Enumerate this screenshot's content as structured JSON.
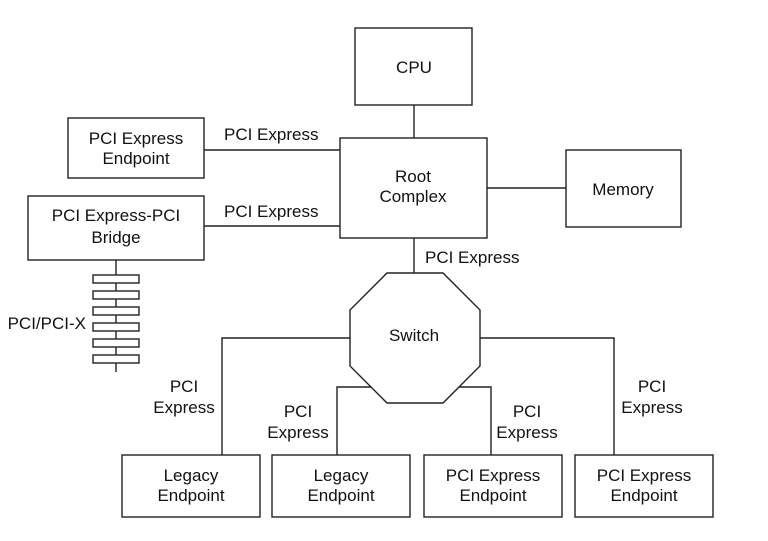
{
  "nodes": {
    "cpu": {
      "line1": "CPU"
    },
    "root_complex": {
      "line1": "Root",
      "line2": "Complex"
    },
    "memory": {
      "line1": "Memory"
    },
    "pcie_endpoint_top": {
      "line1": "PCI Express",
      "line2": "Endpoint"
    },
    "pcie_pci_bridge": {
      "line1": "PCI Express-PCI",
      "line2": "Bridge"
    },
    "switch": {
      "line1": "Switch"
    },
    "legacy_endpoint_1": {
      "line1": "Legacy",
      "line2": "Endpoint"
    },
    "legacy_endpoint_2": {
      "line1": "Legacy",
      "line2": "Endpoint"
    },
    "pcie_endpoint_3": {
      "line1": "PCI Express",
      "line2": "Endpoint"
    },
    "pcie_endpoint_4": {
      "line1": "PCI Express",
      "line2": "Endpoint"
    }
  },
  "links": {
    "endpoint_to_root": "PCI Express",
    "bridge_to_root": "PCI Express",
    "root_to_switch": "PCI Express",
    "switch_to_1": {
      "line1": "PCI",
      "line2": "Express"
    },
    "switch_to_2": {
      "line1": "PCI",
      "line2": "Express"
    },
    "switch_to_3": {
      "line1": "PCI",
      "line2": "Express"
    },
    "switch_to_4": {
      "line1": "PCI",
      "line2": "Express"
    },
    "pci_bus": "PCI/PCI-X"
  },
  "colors": {
    "stroke": "#222222",
    "background": "#ffffff"
  }
}
